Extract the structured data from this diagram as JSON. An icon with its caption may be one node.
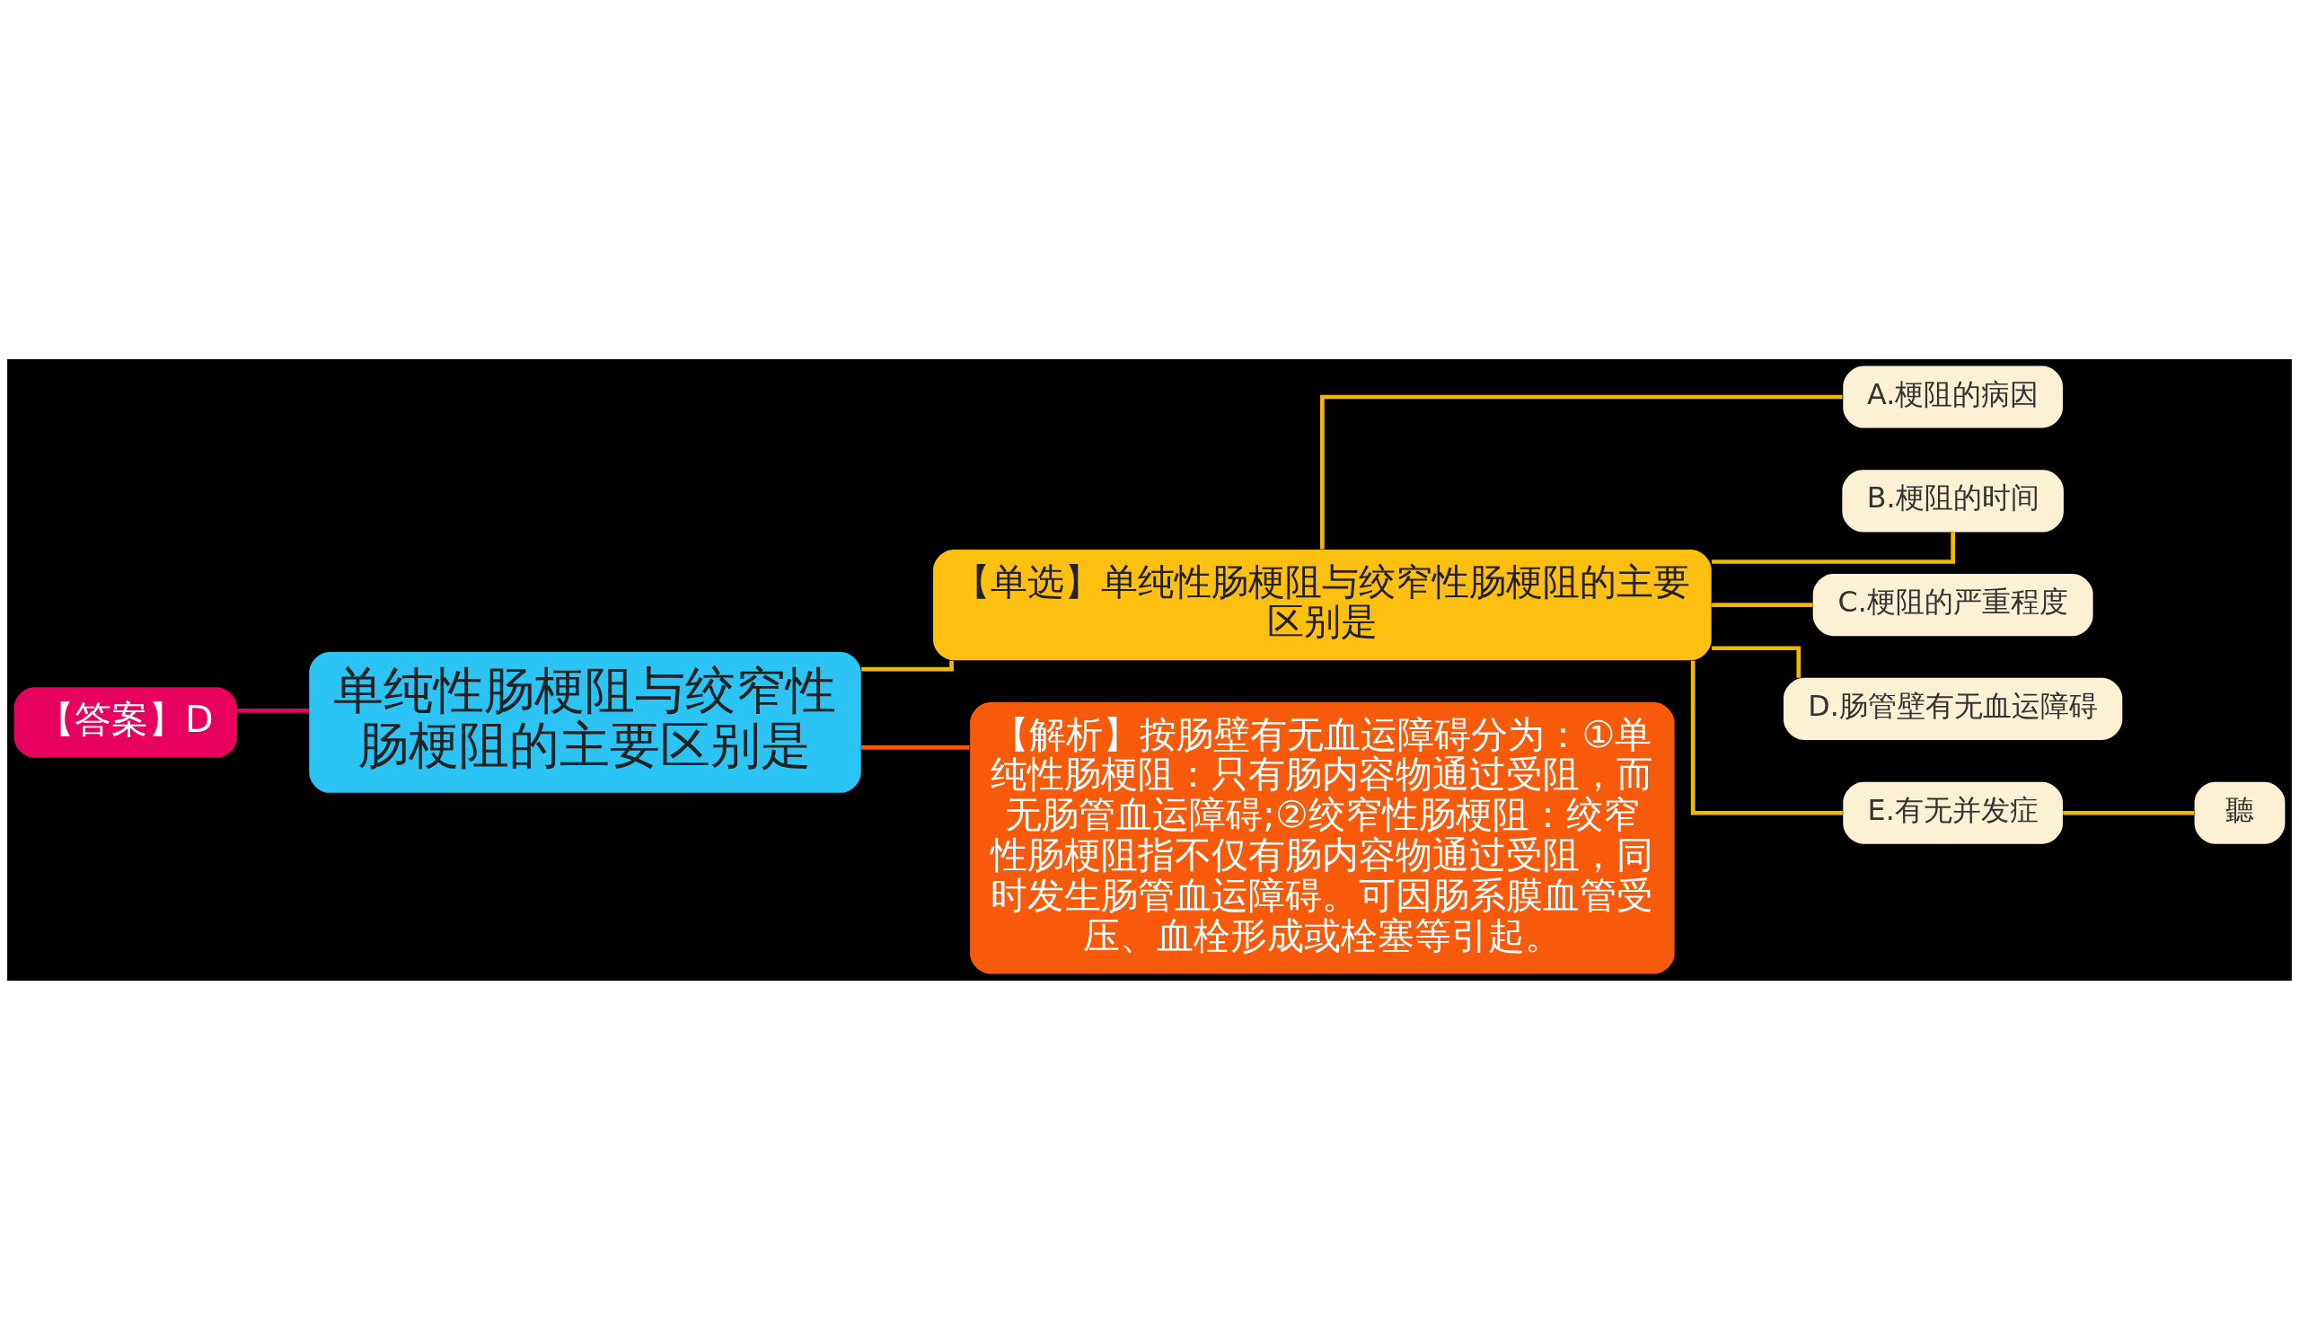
{
  "diagram": {
    "nodes": [
      {
        "text": [
          "【答案】D"
        ]
      },
      {
        "text": [
          "单纯性肠梗阻与绞窄性肠梗阻的主要区别是"
        ]
      },
      {
        "text": [
          "【单选】单纯性肠梗阻与绞窄性肠梗阻的主要区别是"
        ]
      },
      {
        "text": [
          "【解析】按肠壁有无血运障碍分为：①单纯性肠梗阻：只有肠内容物通过受阻，而无肠管血运障碍;②绞窄性肠梗阻：绞窄性肠梗阻指不仅有肠内容物通过受阻，同时发生肠管血运障碍。可因肠系膜血管受压、血栓形成或栓塞等引起。"
        ]
      },
      {
        "text": [
          "A.梗阻的病因"
        ]
      },
      {
        "text": [
          "B.梗阻的时间"
        ]
      },
      {
        "text": [
          "C.梗阻的严重程度"
        ]
      },
      {
        "text": [
          "D.肠管壁有无血运障碍"
        ]
      },
      {
        "text": [
          "E.有无并发症"
        ]
      },
      {
        "text": [
          "聽"
        ]
      }
    ],
    "edges": [
      {
        "from": 1,
        "to": 0,
        "arrow": "none",
        "color": "#e8005f"
      },
      {
        "from": 1,
        "to": 2,
        "arrow": "none"
      },
      {
        "from": 1,
        "to": 3,
        "arrow": "none",
        "color": "#f05a0a"
      },
      {
        "from": 2,
        "to": 4,
        "arrow": "none"
      },
      {
        "from": 2,
        "to": 5,
        "arrow": "none"
      },
      {
        "from": 2,
        "to": 6,
        "arrow": "none"
      },
      {
        "from": 2,
        "to": 7,
        "arrow": "none"
      },
      {
        "from": 2,
        "to": 8,
        "arrow": "none"
      },
      {
        "from": 8,
        "to": 9,
        "arrow": "none"
      }
    ]
  }
}
